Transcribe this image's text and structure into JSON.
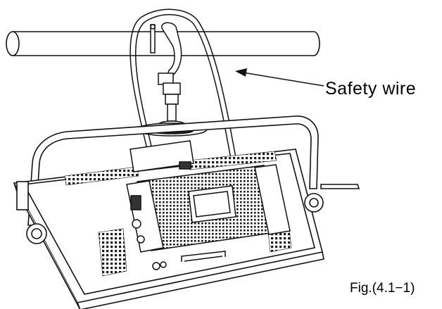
{
  "callout": {
    "label": "Safety wire"
  },
  "caption": {
    "text": "Fig.(4.1−1)"
  },
  "colors": {
    "line": "#111111",
    "fill": "#ffffff",
    "grille": "#1a1a1a"
  },
  "icons": [
    "pipe-bar",
    "hook-clamp",
    "safety-wire-loop",
    "yoke",
    "light-panel",
    "control-box",
    "grille-vents",
    "yoke-knob"
  ]
}
